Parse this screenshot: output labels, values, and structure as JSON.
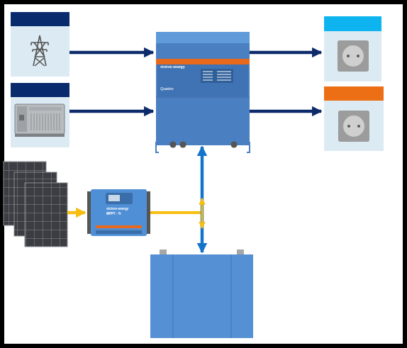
{
  "diagram": {
    "nodes": [
      {
        "text": [
          "victron energy",
          "Quattro"
        ]
      },
      {
        "text": [
          "victron energy",
          "MPPT - Tr"
        ]
      }
    ]
  }
}
